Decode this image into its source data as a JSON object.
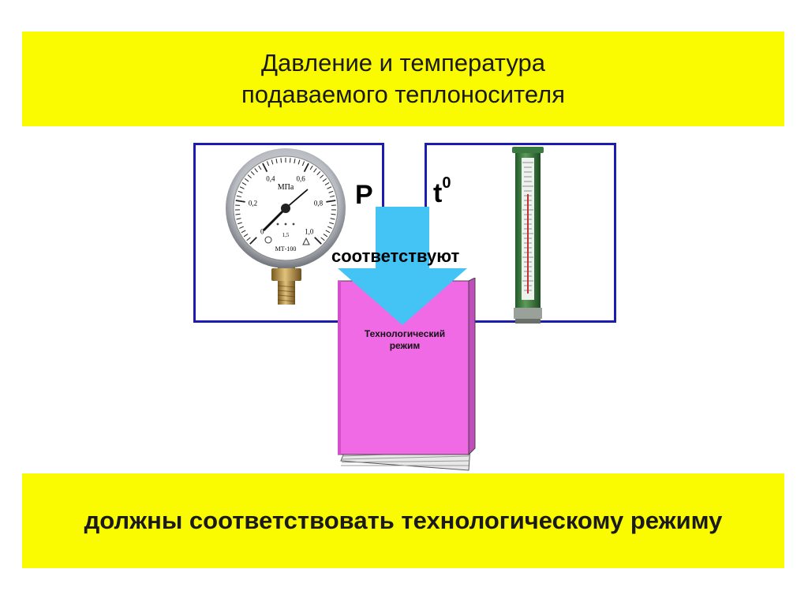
{
  "header": {
    "title_line1": "Давление и температура",
    "title_line2": "подаваемого теплоносителя"
  },
  "labels": {
    "pressure_symbol": "P",
    "temperature_symbol": "t",
    "temperature_superscript": "0",
    "match_text": "соответствуют"
  },
  "book": {
    "title_line1": "Технологический",
    "title_line2": "режим"
  },
  "gauge": {
    "unit": "МПа",
    "scale": [
      "0",
      "0,2",
      "0,4",
      "0,6",
      "0,8",
      "1,0"
    ],
    "accuracy_class": "1,5",
    "model": "МТ-100"
  },
  "footer": {
    "text": "должны соответствовать технологическому режиму"
  },
  "colors": {
    "banner": "#fafa00",
    "frame_border": "#1c1cb0",
    "arrow": "#44c4f4",
    "book_cover": "#f06ae6"
  }
}
